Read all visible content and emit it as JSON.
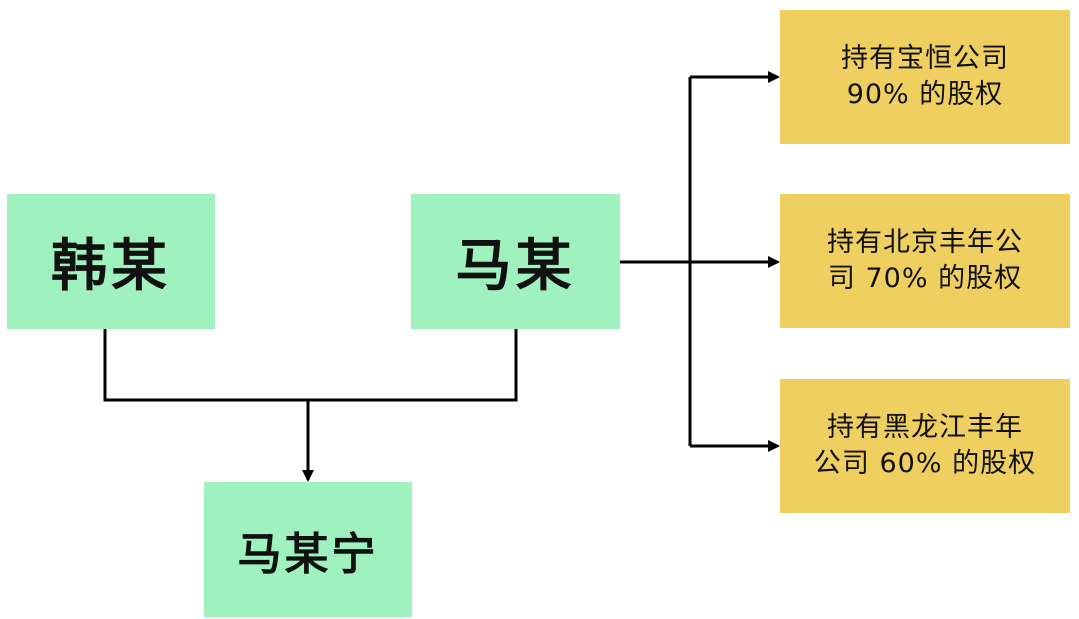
{
  "parents": {
    "father": "马某",
    "mother": "韩某"
  },
  "child": "马某宁",
  "holdings": [
    {
      "line1": "持有宝恒公司",
      "line2": "90% 的股权"
    },
    {
      "line1": "持有北京丰年公",
      "line2": "司 70% 的股权"
    },
    {
      "line1": "持有黑龙江丰年",
      "line2": "公司 60% 的股权"
    }
  ],
  "colors": {
    "person_box": "#9ff2bd",
    "holding_box": "#eecf5f",
    "connector": "#000000"
  }
}
